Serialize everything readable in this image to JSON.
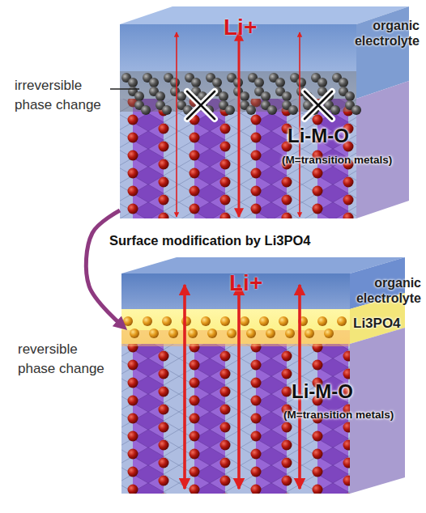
{
  "diagram": {
    "nodes": [
      {
        "text": [
          "Li+",
          "organic electrolyte"
        ]
      },
      {
        "text": [
          "Li-M-O",
          "(M=transition metals)"
        ]
      },
      {
        "text": [
          "Li+",
          "organic electrolyte"
        ]
      },
      {
        "text": [
          "Li3PO4"
        ]
      },
      {
        "text": [
          "Li-M-O",
          "(M=transition metals)"
        ]
      }
    ],
    "edges": [
      {
        "from": 1,
        "to": 3,
        "arrow": "to",
        "label": "Surface modification by Li3PO4"
      }
    ],
    "labels": [
      "irreversible phase change",
      "reversible phase change"
    ]
  }
}
